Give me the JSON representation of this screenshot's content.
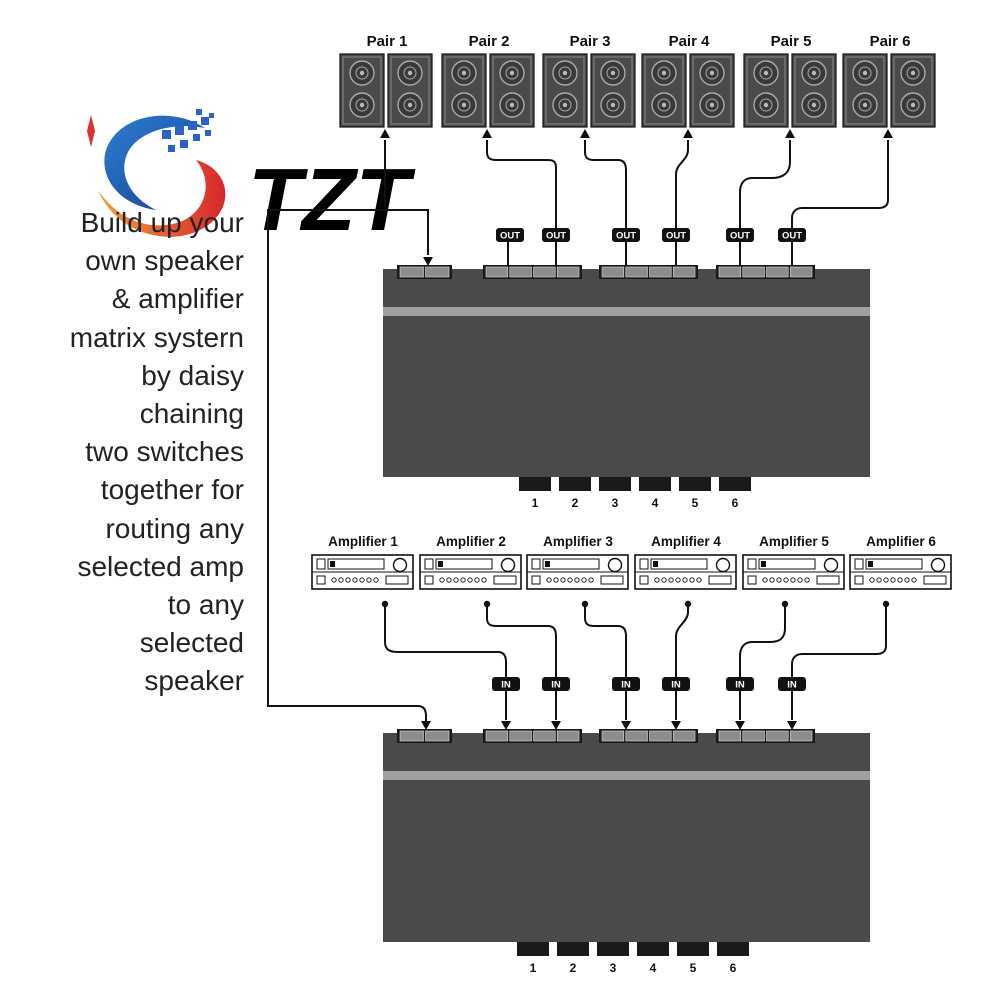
{
  "logo": {
    "text": "TZT"
  },
  "description_lines": [
    "Build up your",
    "own speaker",
    "& amplifier",
    "matrix systern",
    "by daisy",
    "chaining",
    "two switches",
    "together for",
    "routing any",
    "selected amp",
    "to any",
    "selected",
    "speaker"
  ],
  "speakers": [
    "Pair 1",
    "Pair 2",
    "Pair 3",
    "Pair 4",
    "Pair 5",
    "Pair 6"
  ],
  "amplifiers": [
    "Amplifier 1",
    "Amplifier 2",
    "Amplifier 3",
    "Amplifier 4",
    "Amplifier 5",
    "Amplifier 6"
  ],
  "top_switch": {
    "port_tag": "OUT",
    "buttons": [
      "1",
      "2",
      "3",
      "4",
      "5",
      "6"
    ]
  },
  "bottom_switch": {
    "port_tag": "IN",
    "buttons": [
      "1",
      "2",
      "3",
      "4",
      "5",
      "6"
    ]
  },
  "colors": {
    "switch_body": "#4a4a4a",
    "switch_stripe": "#a0a0a0",
    "speaker_cabinet": "#4a4a4a",
    "logo_blue": "#1f4fa8",
    "logo_red": "#e03a2a"
  }
}
